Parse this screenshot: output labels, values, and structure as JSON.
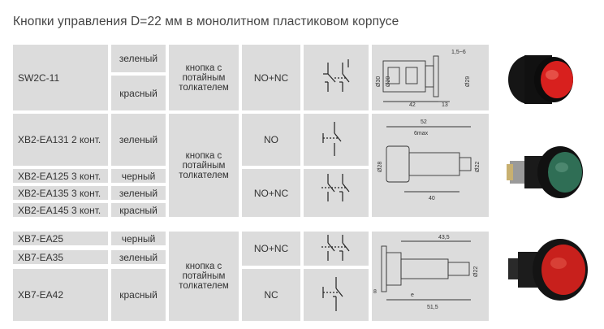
{
  "title": "Кнопки управления D=22 мм в монолитном пластиковом корпусе",
  "groups": [
    {
      "models": [
        "SW2C-11"
      ],
      "colors": [
        "зеленый",
        "красный"
      ],
      "function": "кнопка с потайным толкателем",
      "contacts": [
        "NO+NC"
      ],
      "dims": {
        "d1": "1,5~6",
        "d2": "Ø30",
        "d3": "Ø20",
        "d4": "Ø29",
        "l1": "42",
        "l2": "13"
      }
    },
    {
      "models": [
        "XB2-EA131 2 конт.",
        "XB2-EA125 3 конт.",
        "XB2-EA135 3 конт.",
        "XB2-EA145 3 конт."
      ],
      "colors": [
        "зеленый",
        "черный",
        "зеленый",
        "красный"
      ],
      "function": "кнопка с потайным толкателем",
      "contacts": [
        "NO",
        "NO+NC"
      ],
      "dims": {
        "l1": "52",
        "l2": "6max",
        "d1": "Ø28",
        "d2": "Ø22",
        "l3": "40"
      }
    },
    {
      "models": [
        "XB7-EA25",
        "XB7-EA35",
        "XB7-EA42"
      ],
      "colors": [
        "черный",
        "зеленый",
        "красный"
      ],
      "function": "кнопка с потайным толкателем",
      "contacts": [
        "NO+NC",
        "NC"
      ],
      "dims": {
        "l1": "43,5",
        "d1": "Ø22",
        "l2": "8",
        "l3": "e",
        "l4": "51,5"
      }
    }
  ],
  "photos": [
    {
      "icon": "black-button-red-top",
      "accent": "#d8201e"
    },
    {
      "icon": "black-button-green-top",
      "accent": "#2f6e55"
    },
    {
      "icon": "black-button-red-top-round",
      "accent": "#c8201c"
    }
  ]
}
